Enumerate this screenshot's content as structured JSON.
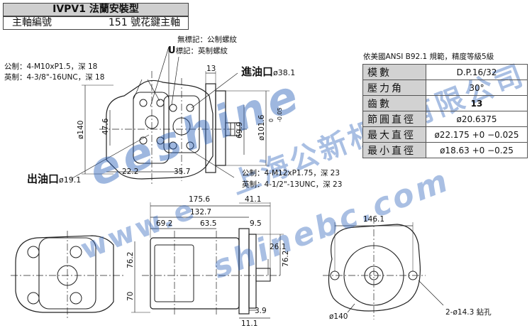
{
  "header": {
    "title": "IVPV1 法蘭安裝型",
    "shaft_label": "主軸編號",
    "shaft_value": "151 號花鍵主軸"
  },
  "thread_legend": {
    "none_label": "無標記：公制螺紋",
    "u_letter": "U",
    "u_label": "標記：英制螺紋"
  },
  "top_left_notes": {
    "metric": "公制：4-M10xP1.5，深 18",
    "imperial": "英制：4-3/8\"-16UNC，深 18"
  },
  "ports": {
    "inlet_title": "進油口",
    "inlet_size": "ø38.1",
    "outlet_title": "出油口",
    "outlet_size": "ø19.1"
  },
  "bottom_notes": {
    "metric": "公制：4-M12xP1.75，深 23",
    "imperial": "英制：4-1/2\"-13UNC，深 23"
  },
  "dimensions": {
    "d13": "13",
    "d140": "ø140",
    "d47_6": "47.6",
    "d69_9": "69.9",
    "d101_6": "ø101.6",
    "d101_6_tol": "0\n-0.05",
    "d22_2": "22.2",
    "d35_7": "35.7",
    "d175_6": "175.6",
    "d41_1": "41.1",
    "d132_7": "132.7",
    "d69_2": "69.2",
    "d63_5": "63.5",
    "d9_5": "9.5",
    "d76_2_left": "76.2",
    "d70": "70",
    "d26_1": "26.1",
    "d76_2_right": "76.2",
    "d3_9": "3.9",
    "d11_1": "11.1",
    "d146_1": "146.1",
    "d140_b": "ø140",
    "holes": "2-ø14.3 鉆孔"
  },
  "spec_table": {
    "caption": "依美國ANSI  B92.1 規範，精度等級5級",
    "rows": [
      {
        "label": "模數",
        "value": "D.P.16/32"
      },
      {
        "label": "壓力角",
        "value": "30°"
      },
      {
        "label": "齒數",
        "value": "13"
      },
      {
        "label": "節圓直徑",
        "value": "ø20.6375"
      },
      {
        "label": "最大直徑",
        "value": "ø22.175 +0 −0.025"
      },
      {
        "label": "最小直徑",
        "value": "ø18.63 +0 −0.25"
      }
    ]
  },
  "watermark": {
    "brand": "eeshine",
    "company": "上海公新机械有限公司",
    "site_a": "www.e",
    "site_b": "shinebc.com"
  },
  "colors": {
    "watermark": "#285fb9",
    "header_fill": "#cfcfcf",
    "table_label_fill": "#d2d2d2"
  }
}
